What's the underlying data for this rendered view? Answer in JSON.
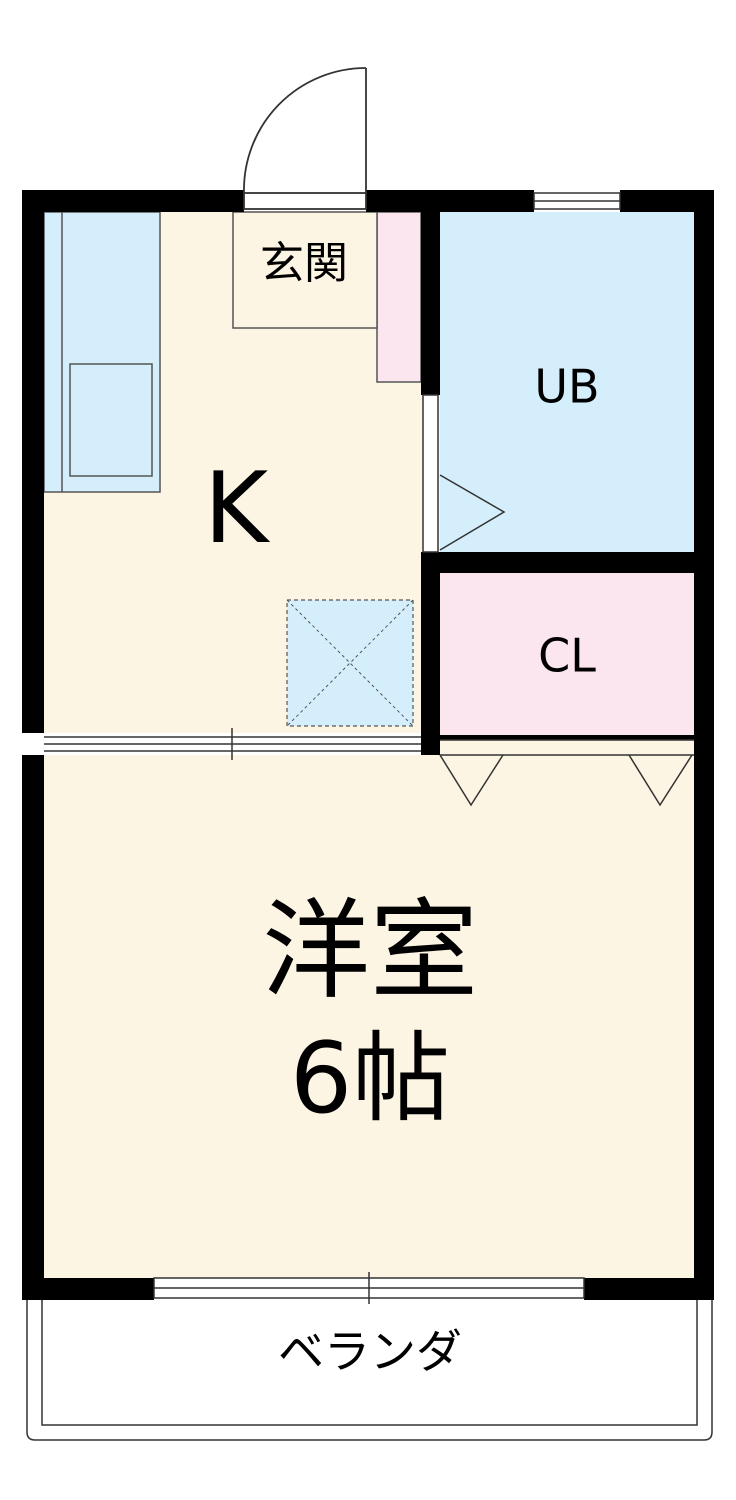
{
  "rooms": {
    "genkan": {
      "label": "玄関"
    },
    "kitchen": {
      "label": "K"
    },
    "bath": {
      "label": "UB"
    },
    "closet": {
      "label": "CL"
    },
    "western": {
      "label_line1": "洋室",
      "label_line2": "6帖"
    },
    "veranda": {
      "label": "ベランダ"
    }
  },
  "colors": {
    "wall": "#000000",
    "floor": "#fdf5e4",
    "water": "#d4effb",
    "storage": "#fbe6ef",
    "outline": "#333333"
  }
}
